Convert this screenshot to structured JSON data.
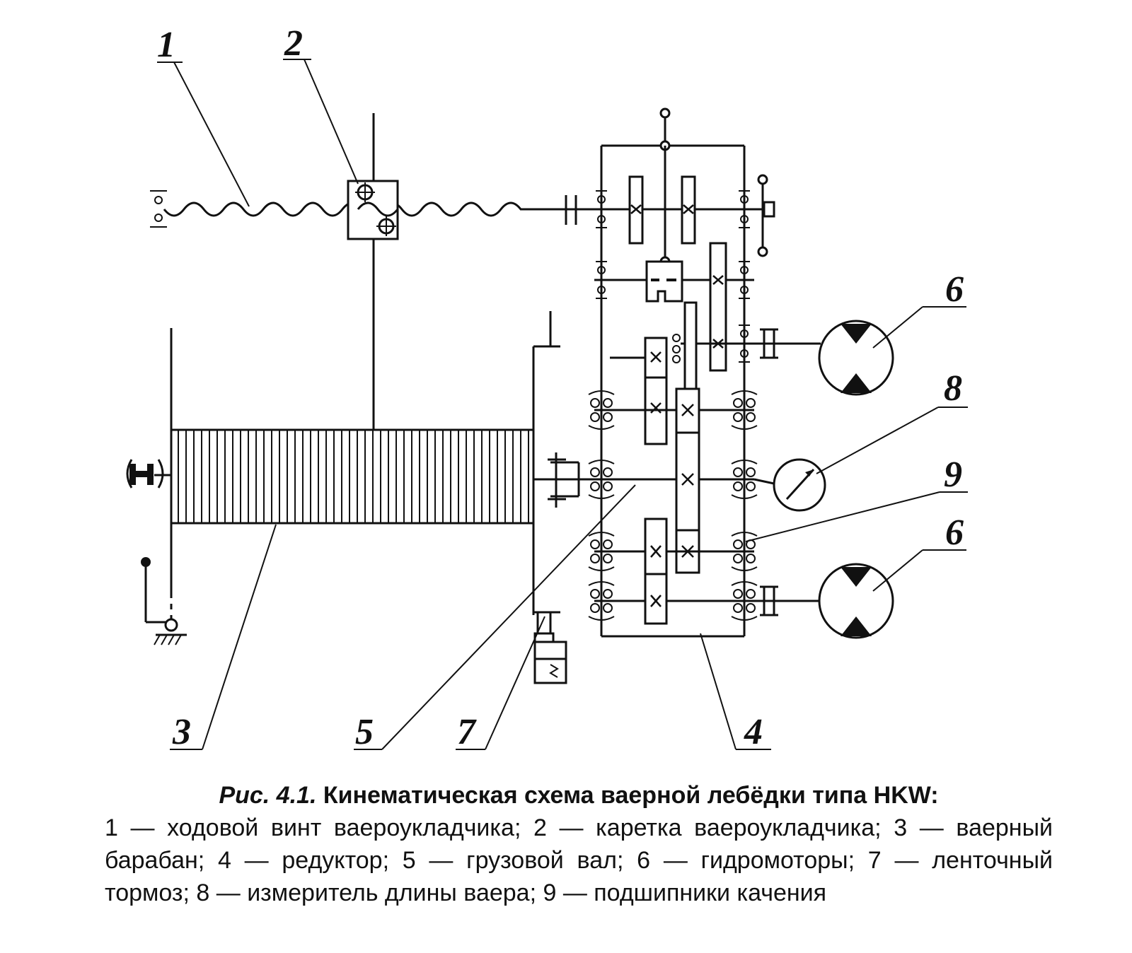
{
  "figure": {
    "labels": {
      "l1": "1",
      "l2": "2",
      "l3": "3",
      "l4": "4",
      "l5": "5",
      "l6a": "6",
      "l6b": "6",
      "l7": "7",
      "l8": "8",
      "l9": "9"
    },
    "caption": {
      "prefix": "Рис. 4.1.",
      "title": "Кинематическая схема ваерной лебёдки типа HKW:",
      "legend": "1 — ходовой винт ваероукладчика; 2 — каретка ваероукладчика; 3 — ваерный барабан; 4 — редуктор; 5 — грузовой вал; 6 — гидромоторы; 7 — ленточный тормоз; 8 — измеритель длины ваера; 9 — подшипники качения"
    }
  }
}
